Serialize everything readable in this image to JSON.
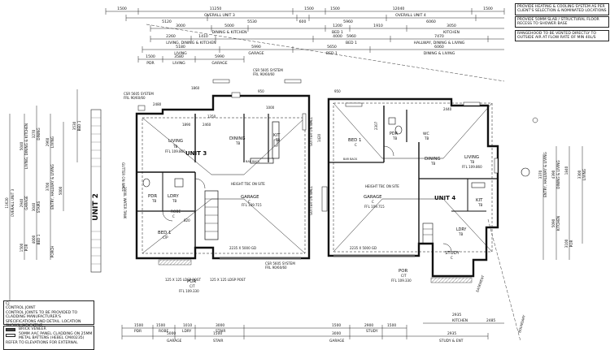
{
  "notes": {
    "hvac": "PROVIDE HEATING & COOLING SYSTEM AS PER CLIENT'S SELECTION & NOMINATED LOCATIONS",
    "shower": "PROVIDE 50MM SLAB / STRUCTURAL FLOOR RECESS TO SHOWER BASE",
    "rangehood": "RANGEHOOD TO BE VENTED DIRECTLY TO OUTSIDE AIR AT FLOW RATE OF MIN 40L/S"
  },
  "legend": {
    "control_joint_symbol": "CJ",
    "control_joint_title": "CONTROL JOINT",
    "control_joint_desc": "CONTROL JOINTS TO BE PROVIDED TO CLADDING MANUFACTURER'S SPECIFICATIONS AND DETAIL. LOCATION SHOWN INDICATIVE",
    "brick": "BRICK VENEER",
    "cladding": "50MM AAC PANEL CLADDING ON 25MM METAL BATTENS (HEBEL CM40235)",
    "elevations": "REFER TO ELEVATIONS FOR EXTERNAL"
  },
  "top_dims": {
    "row1": [
      "1500",
      "11250",
      "1500",
      "1500",
      "12040",
      "1500"
    ],
    "overall_unit3": "OVERALL UNIT 3",
    "overall_unit4": "OVERALL UNIT 4",
    "row2": [
      "5120",
      "5530",
      "600",
      "5960",
      "6060"
    ],
    "row3": [
      "3000",
      "5000",
      "1200",
      "1910",
      "3050"
    ],
    "row3_labels": [
      "DINING & KITCHEN",
      "BED 1",
      "KITCHEN"
    ],
    "row4": [
      "2260",
      "1410",
      "4000",
      "5960",
      "7470"
    ],
    "row4_labels": [
      "LIVING, DINING & KITCHEN",
      "BED 1",
      "HALLWAY, DINING & LIVING"
    ],
    "row5": [
      "5180",
      "5990",
      "5650",
      "6060"
    ],
    "row5_labels": [
      "LIVING",
      "GARAGE",
      "BED 1",
      "DINING & LIVING"
    ],
    "row6": [
      "1500",
      "3580",
      "5990"
    ],
    "row6_labels": [
      "PDR",
      "LIVING",
      "GARAGE"
    ]
  },
  "bottom_dims": {
    "row1": [
      "1500",
      "1500",
      "1010",
      "3000",
      "1500",
      "2900",
      "1500"
    ],
    "row1_labels": [
      "PDR",
      "ROBE",
      "LDRY",
      "STAIR",
      "STUDY"
    ],
    "row2": [
      "5000",
      "1500",
      "3000",
      "2935"
    ],
    "row2_labels": [
      "GARAGE",
      "STAIR",
      "GARAGE",
      "STUDY & ENT"
    ],
    "kitchen": "KITCHEN",
    "k_dims": [
      "2935",
      "2485"
    ]
  },
  "unit3": {
    "label": "UNIT 3",
    "rooms": [
      {
        "name": "LIVING",
        "code": "TB",
        "ffl": "FFL 109.860"
      },
      {
        "name": "DINING",
        "code": "TB"
      },
      {
        "name": "KIT",
        "code": "TB"
      },
      {
        "name": "GARAGE",
        "code": "C",
        "ffl": "FFL 109.715"
      },
      {
        "name": "PDR",
        "code": "TB"
      },
      {
        "name": "LDRY",
        "code": "TB"
      },
      {
        "name": "ROBE",
        "code": "C"
      },
      {
        "name": "BED 1",
        "code": "C/P"
      },
      {
        "name": "POR",
        "code": "C/T",
        "ffl": "FFL 109.330"
      }
    ],
    "annotations": {
      "csr_top": "CSR 5605 SYSTEM",
      "frl_top": "FRL 90/60/60",
      "csr_bottom": "CSR 5605 SYSTEM",
      "frl_bottom": "FRL 90/60/60",
      "height": "HEIGHT TBC ON SITE",
      "garage_size": "2235 X 5000 GD",
      "water_tank": "3000L WATER TANK",
      "post1": "125 X 125 LDSP POST",
      "post2": "125 X 125 LDSP POST",
      "dim_2480": "2480",
      "dim_1860": "1860",
      "dim_1890": "1890",
      "dim_1350": "1350",
      "dim_820": "820",
      "dim_950": "950",
      "dim_1000": "1000",
      "dim_2460": "2460",
      "gutter": "GUTTER ON WALL",
      "bar_back": "BAR BACK"
    }
  },
  "unit4": {
    "label": "UNIT 4",
    "rooms": [
      {
        "name": "BED 1",
        "code": "C"
      },
      {
        "name": "PDR",
        "code": "TB"
      },
      {
        "name": "WC",
        "code": "TB"
      },
      {
        "name": "DINING",
        "code": "TB"
      },
      {
        "name": "LIVING",
        "code": "TB",
        "ffl": "FFL 109.860"
      },
      {
        "name": "GARAGE",
        "code": "C",
        "ffl": "FFL 109.715"
      },
      {
        "name": "KIT",
        "code": "TB"
      },
      {
        "name": "LDRY",
        "code": "TB"
      },
      {
        "name": "STUDY",
        "code": "C"
      },
      {
        "name": "POR",
        "code": "C/T",
        "ffl": "FFL 109.330"
      }
    ],
    "annotations": {
      "height": "HEIGHT TBC ON SITE",
      "garage_size": "2235 X 5000 GD",
      "dim_950": "950",
      "dim_2440": "2440",
      "dim_1420": "1420",
      "dim_2307": "2307",
      "gutter": "GUTTER ON WALL",
      "bar_back": "BAR BACK",
      "easement": "EASEMENT",
      "boundary": "BOUNDARY"
    }
  },
  "side_labels": {
    "unit2": "UNIT 2",
    "left_dims": [
      "11620",
      "OVERALL UNIT 3",
      "5040",
      "LIVING, DINING & KITCHEN",
      "3270",
      "DINING",
      "2960",
      "LIVING",
      "3700",
      "ENTRY, HALLWAY & LIVING",
      "5000",
      "3040",
      "STAIRS",
      "2940",
      "GARAGE",
      "4000",
      "BED 1",
      "1500",
      "POR",
      "3530",
      "BED 1",
      "PORCH"
    ],
    "right_dims": [
      "3370",
      "ENTRY, HALLWAY & LIVING",
      "4390",
      "DINING & LIVING",
      "1840",
      "3300",
      "LIVING",
      "5090",
      "KITCHEN",
      "3100",
      "POR"
    ]
  }
}
